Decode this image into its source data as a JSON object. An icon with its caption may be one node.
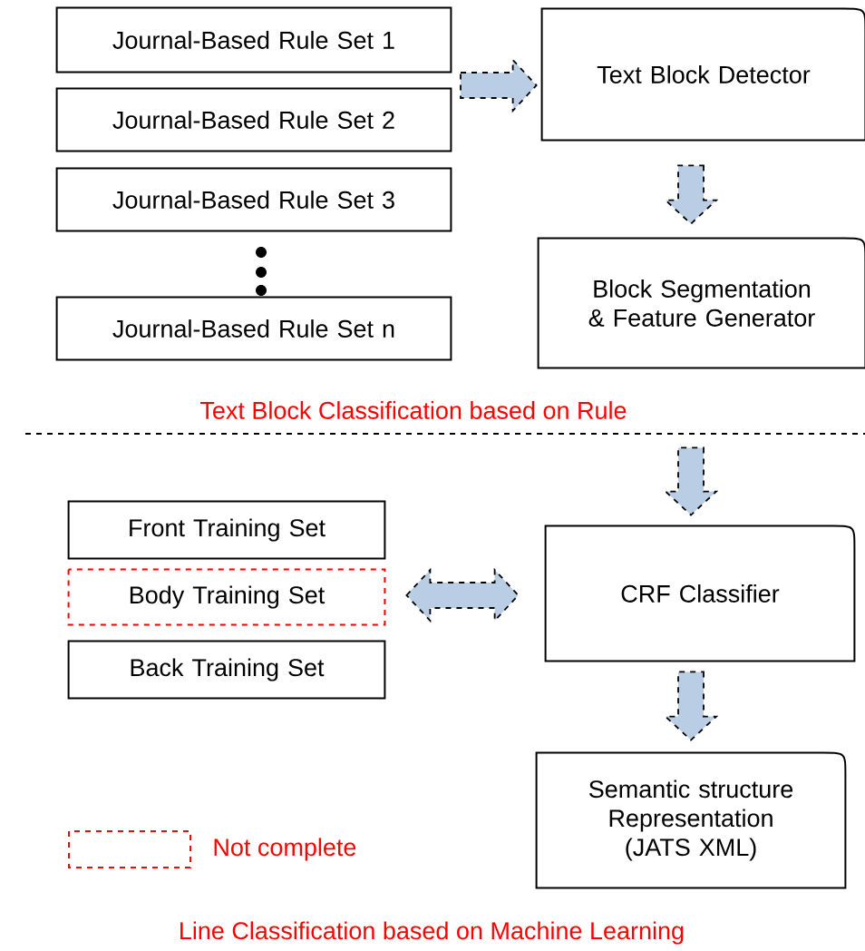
{
  "diagram": {
    "nodes": [
      {
        "text": [
          "Journal-Based Rule Set 1"
        ]
      },
      {
        "text": [
          "Journal-Based Rule Set 2"
        ]
      },
      {
        "text": [
          "Journal-Based Rule Set 3"
        ]
      },
      {
        "text": [
          "Journal-Based Rule Set n"
        ]
      },
      {
        "text": [
          "Text Block Detector"
        ]
      },
      {
        "text": [
          "Block Segmentation & Feature Generator"
        ]
      },
      {
        "text": [
          "Front Training Set"
        ]
      },
      {
        "text": [
          "Body Training Set"
        ]
      },
      {
        "text": [
          "Back Training Set"
        ]
      },
      {
        "text": [
          "CRF Classifier"
        ]
      },
      {
        "text": [
          "Semantic structure Representation (JATS XML)"
        ]
      }
    ],
    "edges": [
      {
        "from": null,
        "to": 4,
        "arrow": "to"
      },
      {
        "from": 4,
        "to": 5,
        "arrow": "to"
      },
      {
        "from": 5,
        "to": 9,
        "arrow": "to"
      },
      {
        "from": 7,
        "to": 9,
        "arrow": "both"
      },
      {
        "from": 9,
        "to": 10,
        "arrow": "to"
      }
    ],
    "labels": [
      "Text Block Classification based on Rule",
      "Line Classification based on Machine Learning"
    ],
    "legend": [
      {
        "text": "Not complete"
      }
    ]
  }
}
